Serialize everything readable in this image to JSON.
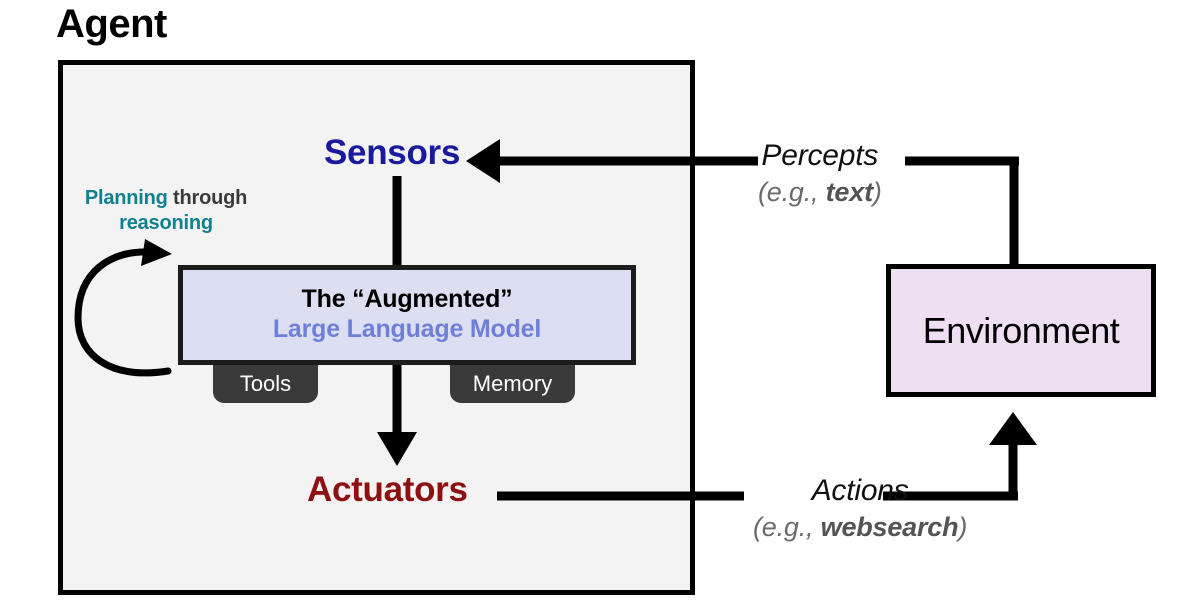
{
  "diagram": {
    "title": "Agent",
    "agent": {
      "label": "Agent",
      "sensors": {
        "label": "Sensors",
        "color": "#1a1a9c"
      },
      "actuators": {
        "label": "Actuators",
        "color": "#8e1111"
      },
      "llm": {
        "line1": "The “Augmented”",
        "line2": "Large Language Model",
        "fill": "#dcdff2",
        "line1_color": "#000000",
        "line2_color": "#6f7fd8"
      },
      "attachments": [
        {
          "label": "Tools",
          "name": "tools-chip"
        },
        {
          "label": "Memory",
          "name": "memory-chip"
        }
      ],
      "planning": {
        "word1": "Planning",
        "word2": " through",
        "word3": "reasoning",
        "accent_color": "#11808f",
        "text_color": "#3a3a3a"
      },
      "box_fill": "#f3f3f3",
      "box_stroke": "#000000"
    },
    "environment": {
      "label": "Environment",
      "fill": "#eee0f2",
      "stroke": "#000000"
    },
    "flows": [
      {
        "name": "percepts",
        "main": "Percepts",
        "sub_prefix": "(e.g., ",
        "sub_emphasis": "text",
        "sub_suffix": ")",
        "direction": "environment-to-sensors"
      },
      {
        "name": "actions",
        "main": "Actions",
        "sub_prefix": "(e.g., ",
        "sub_emphasis": "websearch",
        "sub_suffix": ")",
        "direction": "actuators-to-environment"
      }
    ]
  }
}
